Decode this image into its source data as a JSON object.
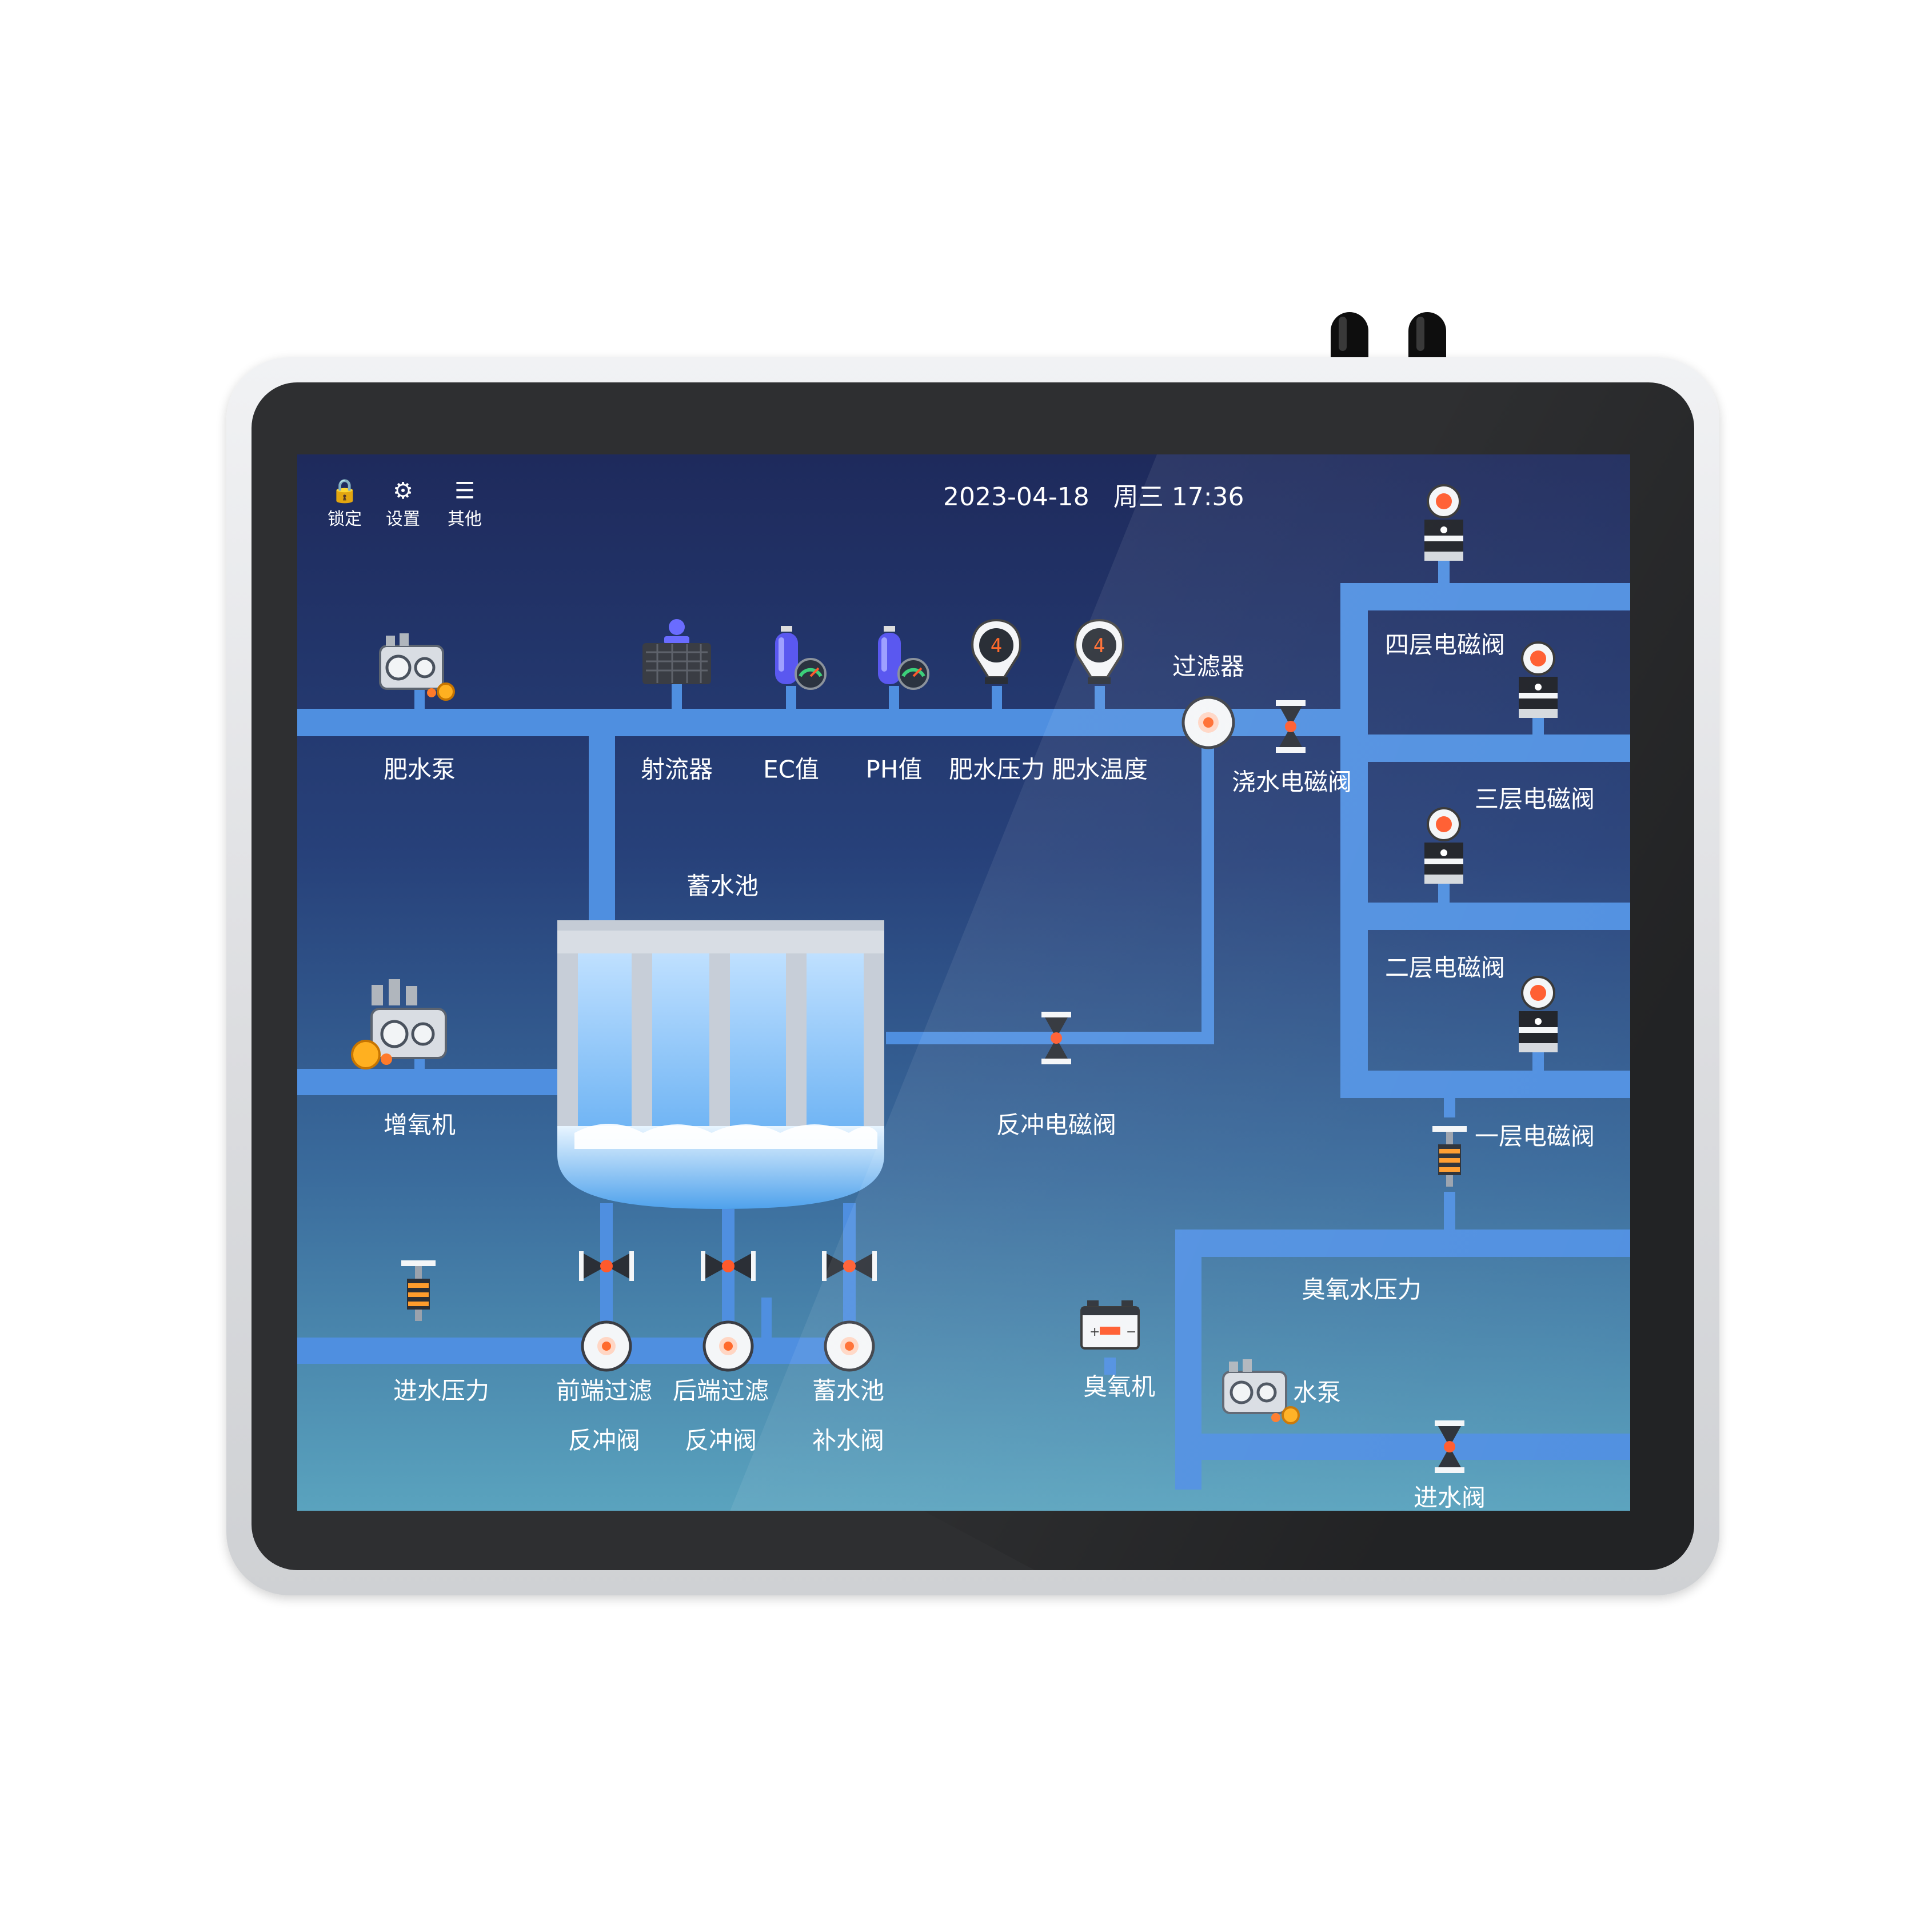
{
  "top_bar": {
    "lock_label": "锁定",
    "settings_label": "设置",
    "other_label": "其他",
    "date": "2023-04-18",
    "weekday_time": "周三 17:36"
  },
  "labels": {
    "fertilizer_pump": "肥水泵",
    "ejector": "射流器",
    "ec_value": "EC值",
    "ph_value": "PH值",
    "fertilizer_pressure": "肥水压力",
    "fertilizer_temperature": "肥水温度",
    "filter": "过滤器",
    "irrigation_valve": "浇水电磁阀",
    "floor4_valve": "四层电磁阀",
    "floor3_valve": "三层电磁阀",
    "floor2_valve": "二层电磁阀",
    "floor1_valve": "一层电磁阀",
    "reservoir": "蓄水池",
    "aerator": "增氧机",
    "backflush_valve": "反冲电磁阀",
    "inlet_pressure": "进水压力",
    "front_filter_line1": "前端过滤",
    "front_filter_line2": "反冲阀",
    "rear_filter_line1": "后端过滤",
    "rear_filter_line2": "反冲阀",
    "reservoir_fill_line1": "蓄水池",
    "reservoir_fill_line2": "补水阀",
    "ozone_machine": "臭氧机",
    "ozone_pressure": "臭氧水压力",
    "water_pump": "水泵",
    "inlet_valve": "进水阀"
  },
  "colors": {
    "pipe": "#4f8fe0",
    "background_top": "#1e2a5c",
    "background_bottom": "#5aa3be",
    "valve_accent": "#ff5a2c"
  }
}
